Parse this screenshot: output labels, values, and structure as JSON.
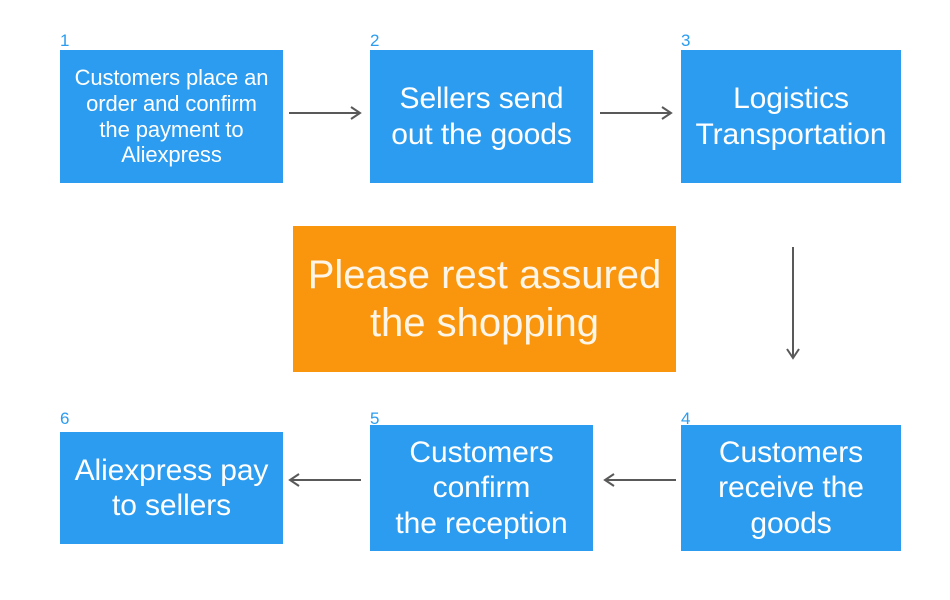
{
  "diagram": {
    "title": "Aliexpress order process flowchart",
    "colors": {
      "node_fill": "#2b9cf0",
      "node_text": "#ffffff",
      "highlight_fill": "#f9960d",
      "highlight_text": "#fdf6e8",
      "arrow": "#595959",
      "background": "#ffffff"
    },
    "nodes": [
      {
        "number": "1",
        "label": "Customers place an\norder and confirm\nthe payment to\nAliexpress"
      },
      {
        "number": "2",
        "label": "Sellers send\nout the goods"
      },
      {
        "number": "3",
        "label": "Logistics\nTransportation"
      },
      {
        "number": "4",
        "label": "Customers\nreceive the\ngoods"
      },
      {
        "number": "5",
        "label": "Customers\nconfirm\nthe reception"
      },
      {
        "number": "6",
        "label": "Aliexpress pay\nto sellers"
      }
    ],
    "highlight": {
      "label": "Please rest assured\nthe shopping"
    },
    "arrows": [
      {
        "id": "a1",
        "from": "1",
        "to": "2",
        "direction": "right"
      },
      {
        "id": "a2",
        "from": "2",
        "to": "3",
        "direction": "right"
      },
      {
        "id": "a3",
        "from": "3",
        "to": "4",
        "direction": "down"
      },
      {
        "id": "a4",
        "from": "4",
        "to": "5",
        "direction": "left"
      },
      {
        "id": "a5",
        "from": "5",
        "to": "6",
        "direction": "left"
      }
    ]
  }
}
